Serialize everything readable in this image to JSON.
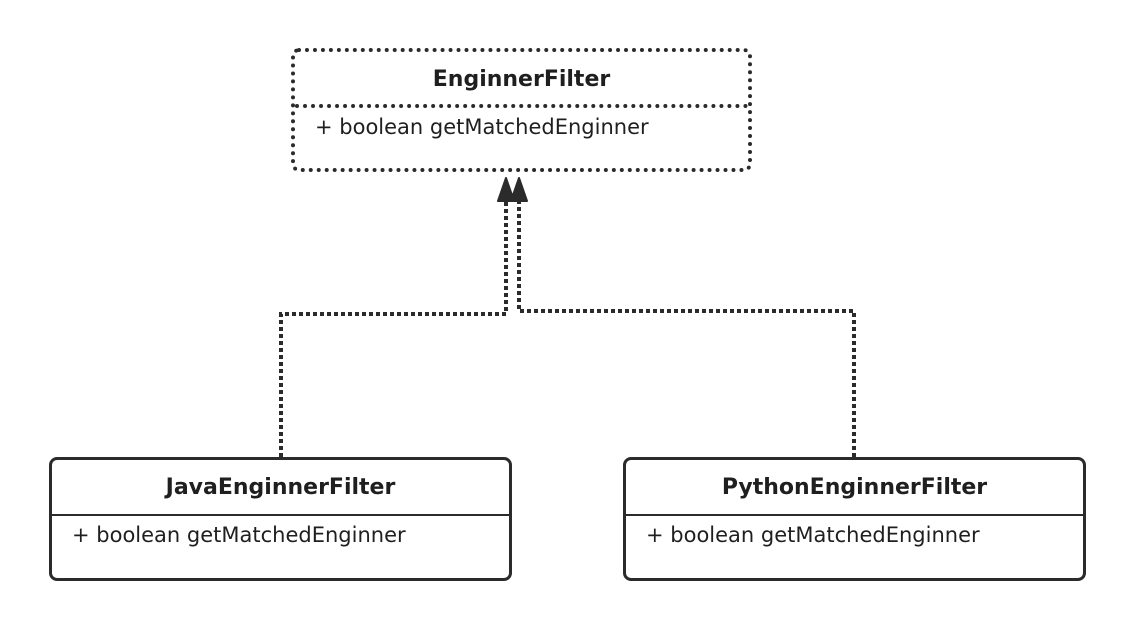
{
  "diagram": {
    "parent": {
      "name": "EnginnerFilter",
      "members": [
        "+ boolean getMatchedEnginner"
      ]
    },
    "children": [
      {
        "name": "JavaEnginnerFilter",
        "members": [
          "+ boolean getMatchedEnginner"
        ]
      },
      {
        "name": "PythonEnginnerFilter",
        "members": [
          "+ boolean getMatchedEnginner"
        ]
      }
    ],
    "relationships": [
      {
        "from": "JavaEnginnerFilter",
        "to": "EnginnerFilter",
        "type": "realization"
      },
      {
        "from": "PythonEnginnerFilter",
        "to": "EnginnerFilter",
        "type": "realization"
      }
    ]
  }
}
